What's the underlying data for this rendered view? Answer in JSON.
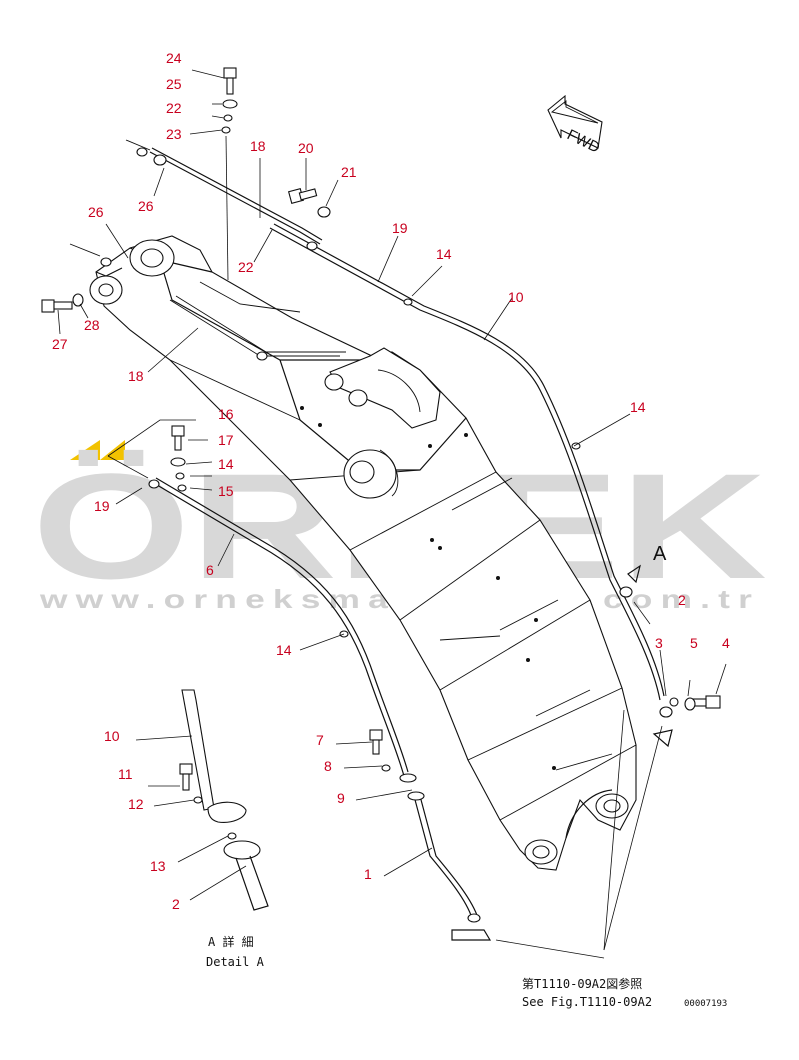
{
  "watermark": {
    "brand": "ÖRNEK",
    "site": "www.orneksmakinalari.com.tr",
    "accent_color": "#f2c200",
    "text_color": "#d8d8d8"
  },
  "fwd_label": "FWD",
  "section_marker": "A",
  "callouts": {
    "c24": "24",
    "c25": "25",
    "c22a": "22",
    "c23": "23",
    "c18a": "18",
    "c20": "20",
    "c21": "21",
    "c26a": "26",
    "c26b": "26",
    "c22b": "22",
    "c19a": "19",
    "c14a": "14",
    "c10a": "10",
    "c27": "27",
    "c28": "28",
    "c18b": "18",
    "c16": "16",
    "c17": "17",
    "c14b": "14",
    "c15": "15",
    "c19b": "19",
    "c14c": "14",
    "c6": "6",
    "c2a": "2",
    "c3": "3",
    "c5": "5",
    "c4": "4",
    "c14d": "14",
    "c7": "7",
    "c8": "8",
    "c9": "9",
    "c1": "1",
    "c10b": "10",
    "c11": "11",
    "c12": "12",
    "c13": "13",
    "c2b": "2"
  },
  "detail": {
    "jp": "A 詳 細",
    "en": "Detail A"
  },
  "reference": {
    "jp": "第T1110-09A2図参照",
    "en": "See Fig.T1110-09A2",
    "code": "00007193"
  },
  "colors": {
    "callout": "#c8001e",
    "line": "#111111"
  }
}
